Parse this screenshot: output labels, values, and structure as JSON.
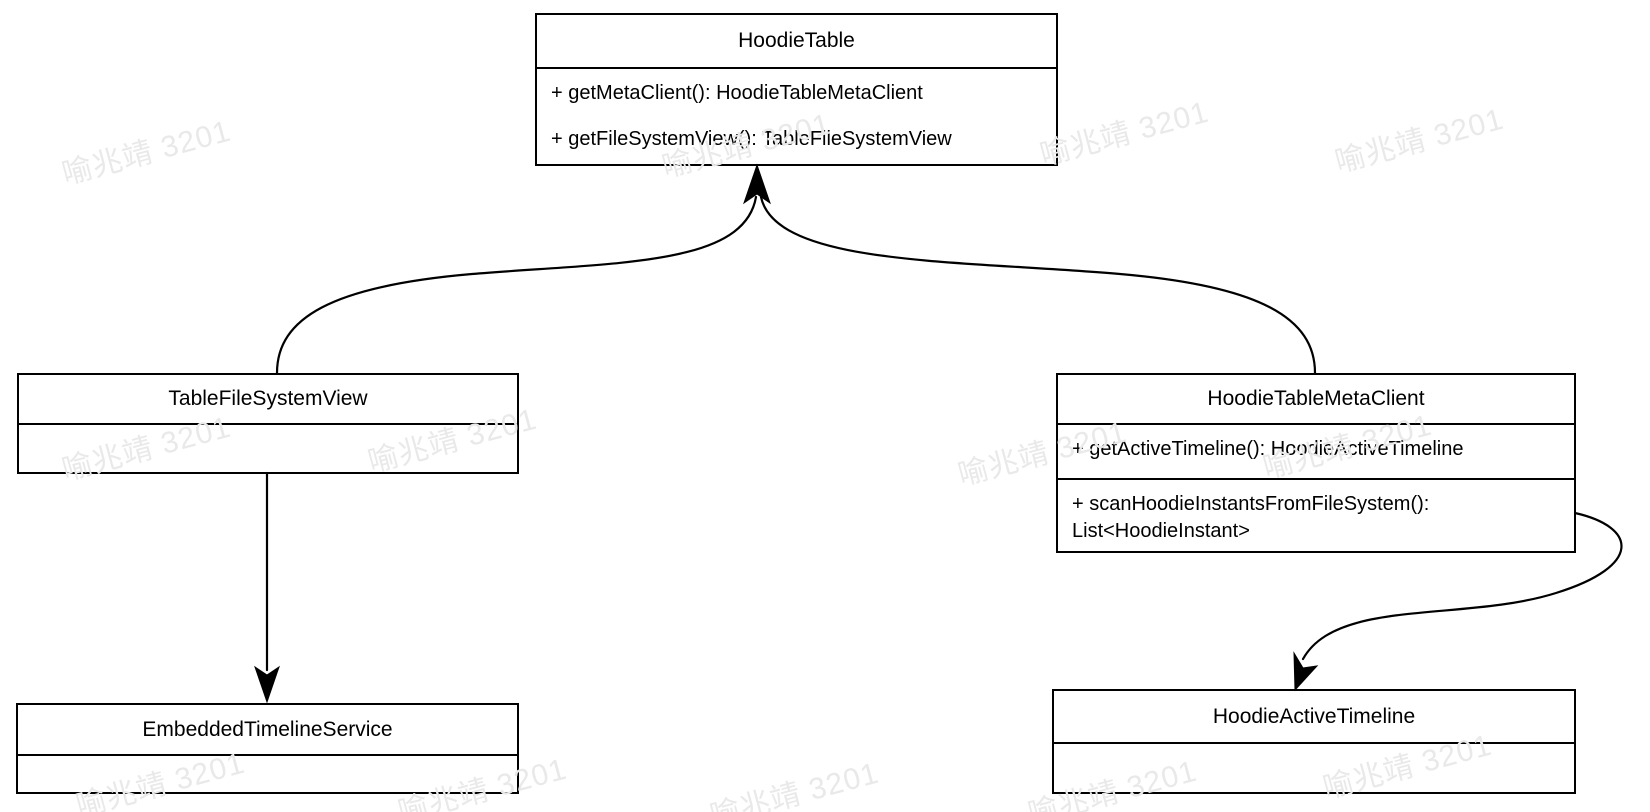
{
  "watermark": {
    "text": "喻兆靖 3201"
  },
  "classes": {
    "hoodie_table": {
      "title": "HoodieTable",
      "methods": [
        "+ getMetaClient(): HoodieTableMetaClient",
        "+ getFileSystemView(): TableFileSystemView"
      ]
    },
    "table_file_system_view": {
      "title": "TableFileSystemView",
      "methods": []
    },
    "hoodie_table_meta_client": {
      "title": "HoodieTableMetaClient",
      "methods": [
        "+ getActiveTimeline(): HoodieActiveTimeline",
        "+ scanHoodieInstantsFromFileSystem(): List<HoodieInstant>"
      ]
    },
    "embedded_timeline_service": {
      "title": "EmbeddedTimelineService",
      "methods": []
    },
    "hoodie_active_timeline": {
      "title": "HoodieActiveTimeline",
      "methods": []
    }
  },
  "relations": [
    {
      "from": "TableFileSystemView",
      "to": "HoodieTable",
      "style": "curved-solid-arrow"
    },
    {
      "from": "HoodieTableMetaClient",
      "to": "HoodieTable",
      "style": "curved-solid-arrow"
    },
    {
      "from": "TableFileSystemView",
      "to": "EmbeddedTimelineService",
      "style": "straight-solid-arrow"
    },
    {
      "from": "HoodieTableMetaClient",
      "to": "HoodieActiveTimeline",
      "style": "curved-solid-arrow"
    }
  ],
  "colors": {
    "stroke": "#000000",
    "box_fill": "#ffffff",
    "background": "#ffffff",
    "watermark": "#e9e9e9"
  }
}
